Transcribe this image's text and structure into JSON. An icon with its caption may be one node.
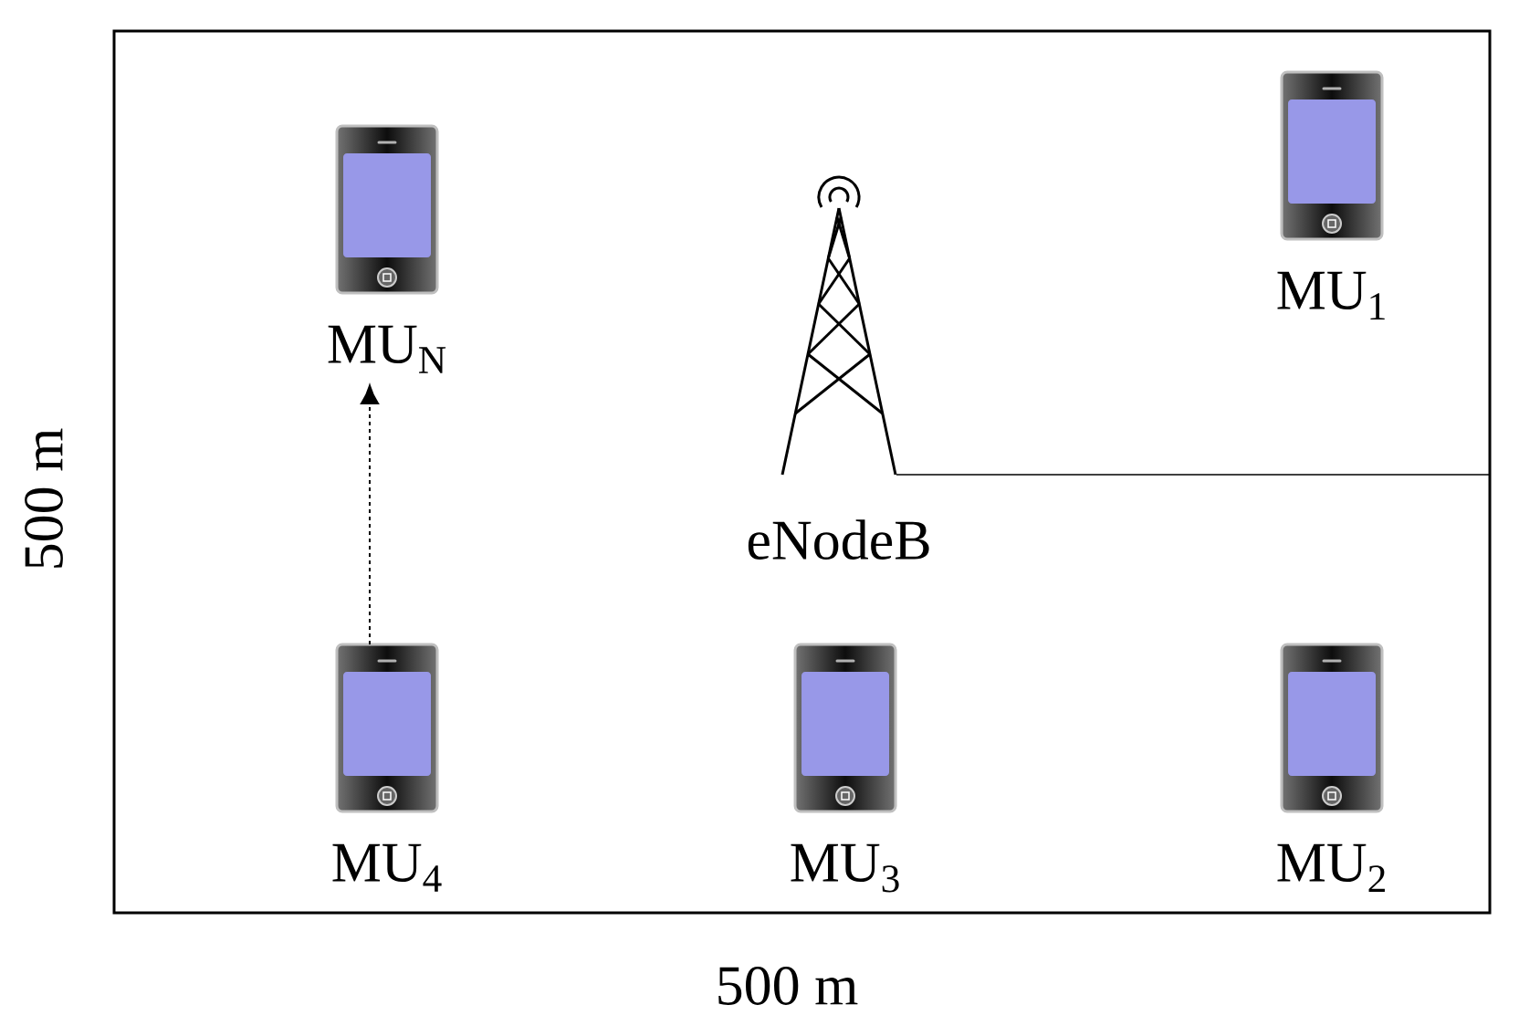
{
  "diagram": {
    "nodes": [
      {
        "text": [
          "MU$_{N}$"
        ]
      },
      {
        "text": [
          "eNodeB"
        ]
      },
      {
        "text": [
          "MU$_{1}$"
        ]
      },
      {
        "text": [
          "MU$_{4}$"
        ]
      },
      {
        "text": [
          "MU$_{3}$"
        ]
      },
      {
        "text": [
          "MU$_{2}$"
        ]
      }
    ],
    "edges": [
      {
        "from": 3,
        "to": 0,
        "arrow": "to",
        "style": "dashed"
      }
    ],
    "labels": [
      "500 m",
      "500 m"
    ]
  }
}
